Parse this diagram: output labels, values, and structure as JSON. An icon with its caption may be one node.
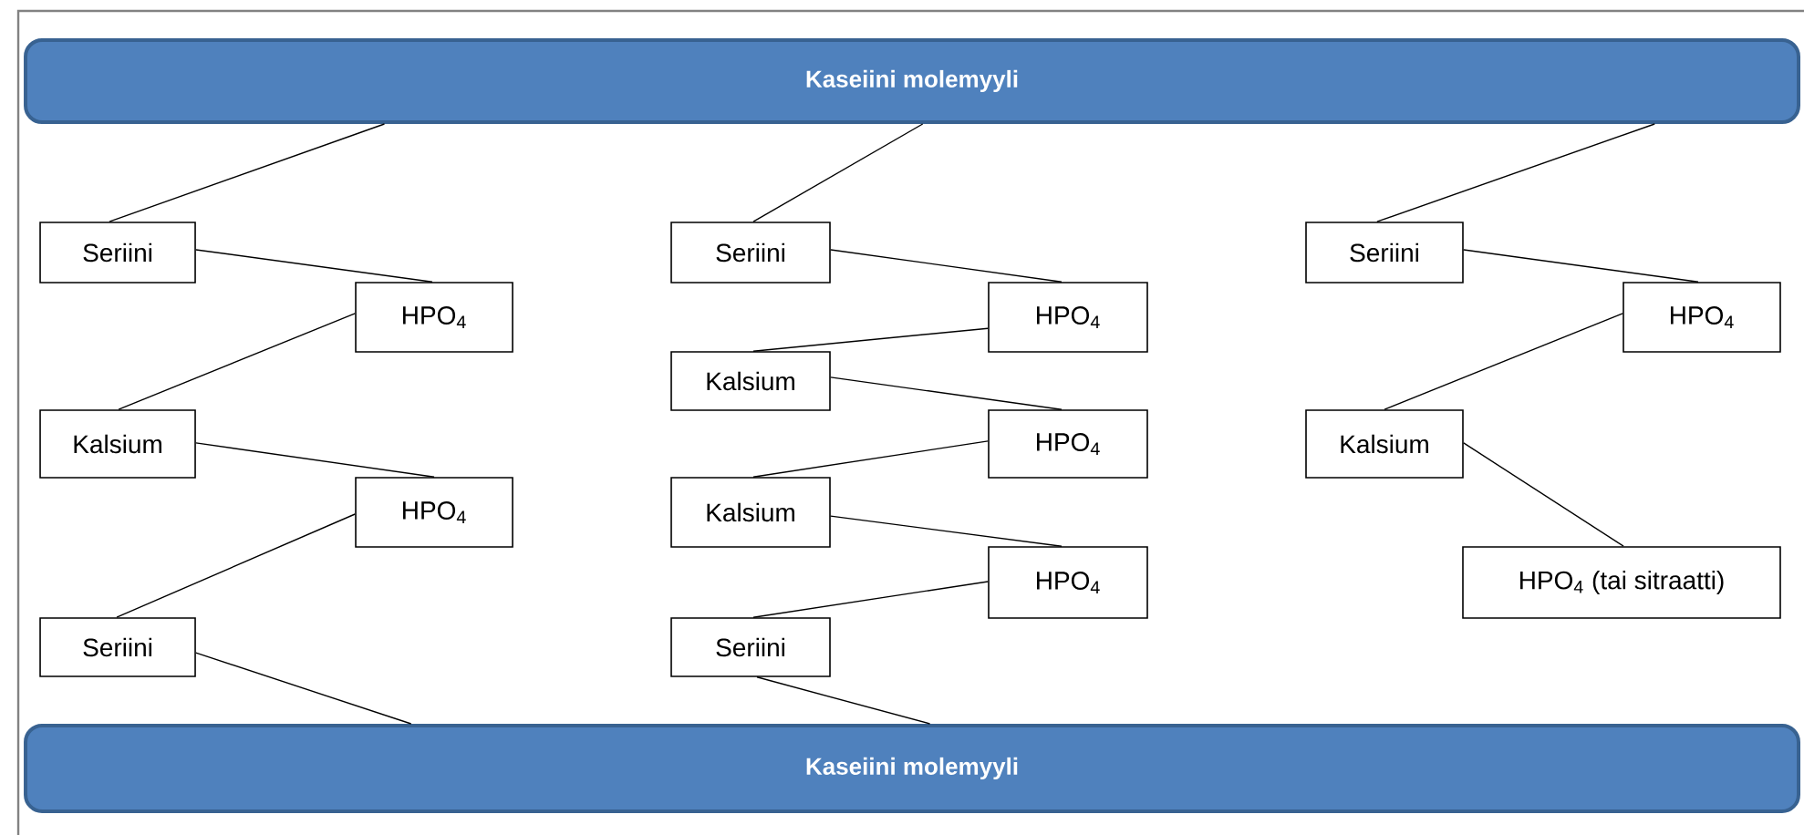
{
  "diagram": {
    "nodes": [
      {
        "text": [
          "Kaseiini molemyyli"
        ]
      },
      {
        "text": [
          "Seriini"
        ]
      },
      {
        "text": [
          "HPO$_{4}$"
        ]
      },
      {
        "text": [
          "Kalsium"
        ]
      },
      {
        "text": [
          "HPO$_{4}$"
        ]
      },
      {
        "text": [
          "Seriini"
        ]
      },
      {
        "text": [
          "Seriini"
        ]
      },
      {
        "text": [
          "HPO$_{4}$"
        ]
      },
      {
        "text": [
          "Kalsium"
        ]
      },
      {
        "text": [
          "HPO$_{4}$"
        ]
      },
      {
        "text": [
          "Kalsium"
        ]
      },
      {
        "text": [
          "HPO$_{4}$"
        ]
      },
      {
        "text": [
          "Seriini"
        ]
      },
      {
        "text": [
          "Seriini"
        ]
      },
      {
        "text": [
          "HPO$_{4}$"
        ]
      },
      {
        "text": [
          "Kalsium"
        ]
      },
      {
        "text": [
          "HPO$_{4}$ (tai sitraatti)"
        ]
      },
      {
        "text": [
          "Kaseiini molemyyli"
        ]
      }
    ],
    "edges": [
      {
        "from": 0,
        "to": 1,
        "arrow": "none"
      },
      {
        "from": 1,
        "to": 2,
        "arrow": "none"
      },
      {
        "from": 2,
        "to": 3,
        "arrow": "none"
      },
      {
        "from": 3,
        "to": 4,
        "arrow": "none"
      },
      {
        "from": 4,
        "to": 5,
        "arrow": "none"
      },
      {
        "from": 5,
        "to": 17,
        "arrow": "none"
      },
      {
        "from": 0,
        "to": 6,
        "arrow": "none"
      },
      {
        "from": 6,
        "to": 7,
        "arrow": "none"
      },
      {
        "from": 7,
        "to": 8,
        "arrow": "none"
      },
      {
        "from": 8,
        "to": 9,
        "arrow": "none"
      },
      {
        "from": 9,
        "to": 10,
        "arrow": "none"
      },
      {
        "from": 10,
        "to": 11,
        "arrow": "none"
      },
      {
        "from": 11,
        "to": 12,
        "arrow": "none"
      },
      {
        "from": 12,
        "to": 17,
        "arrow": "none"
      },
      {
        "from": 0,
        "to": 13,
        "arrow": "none"
      },
      {
        "from": 13,
        "to": 14,
        "arrow": "none"
      },
      {
        "from": 14,
        "to": 15,
        "arrow": "none"
      },
      {
        "from": 15,
        "to": 16,
        "arrow": "none"
      }
    ]
  }
}
